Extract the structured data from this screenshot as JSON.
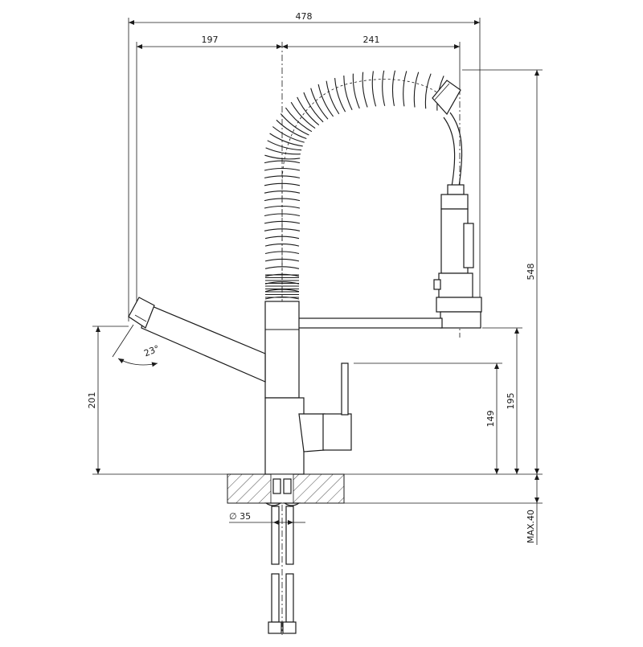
{
  "dimensions": {
    "overall_width": "478",
    "spout_reach_left": "197",
    "spout_reach_right": "241",
    "total_height": "548",
    "spout_height": "201",
    "head_height": "195",
    "lever_height": "149",
    "swivel_angle": "23°",
    "pipe_diameter": "∅ 35",
    "max_counter_thickness": "MAX.40"
  },
  "colors": {
    "line": "#1a1a1a",
    "background": "#ffffff"
  }
}
